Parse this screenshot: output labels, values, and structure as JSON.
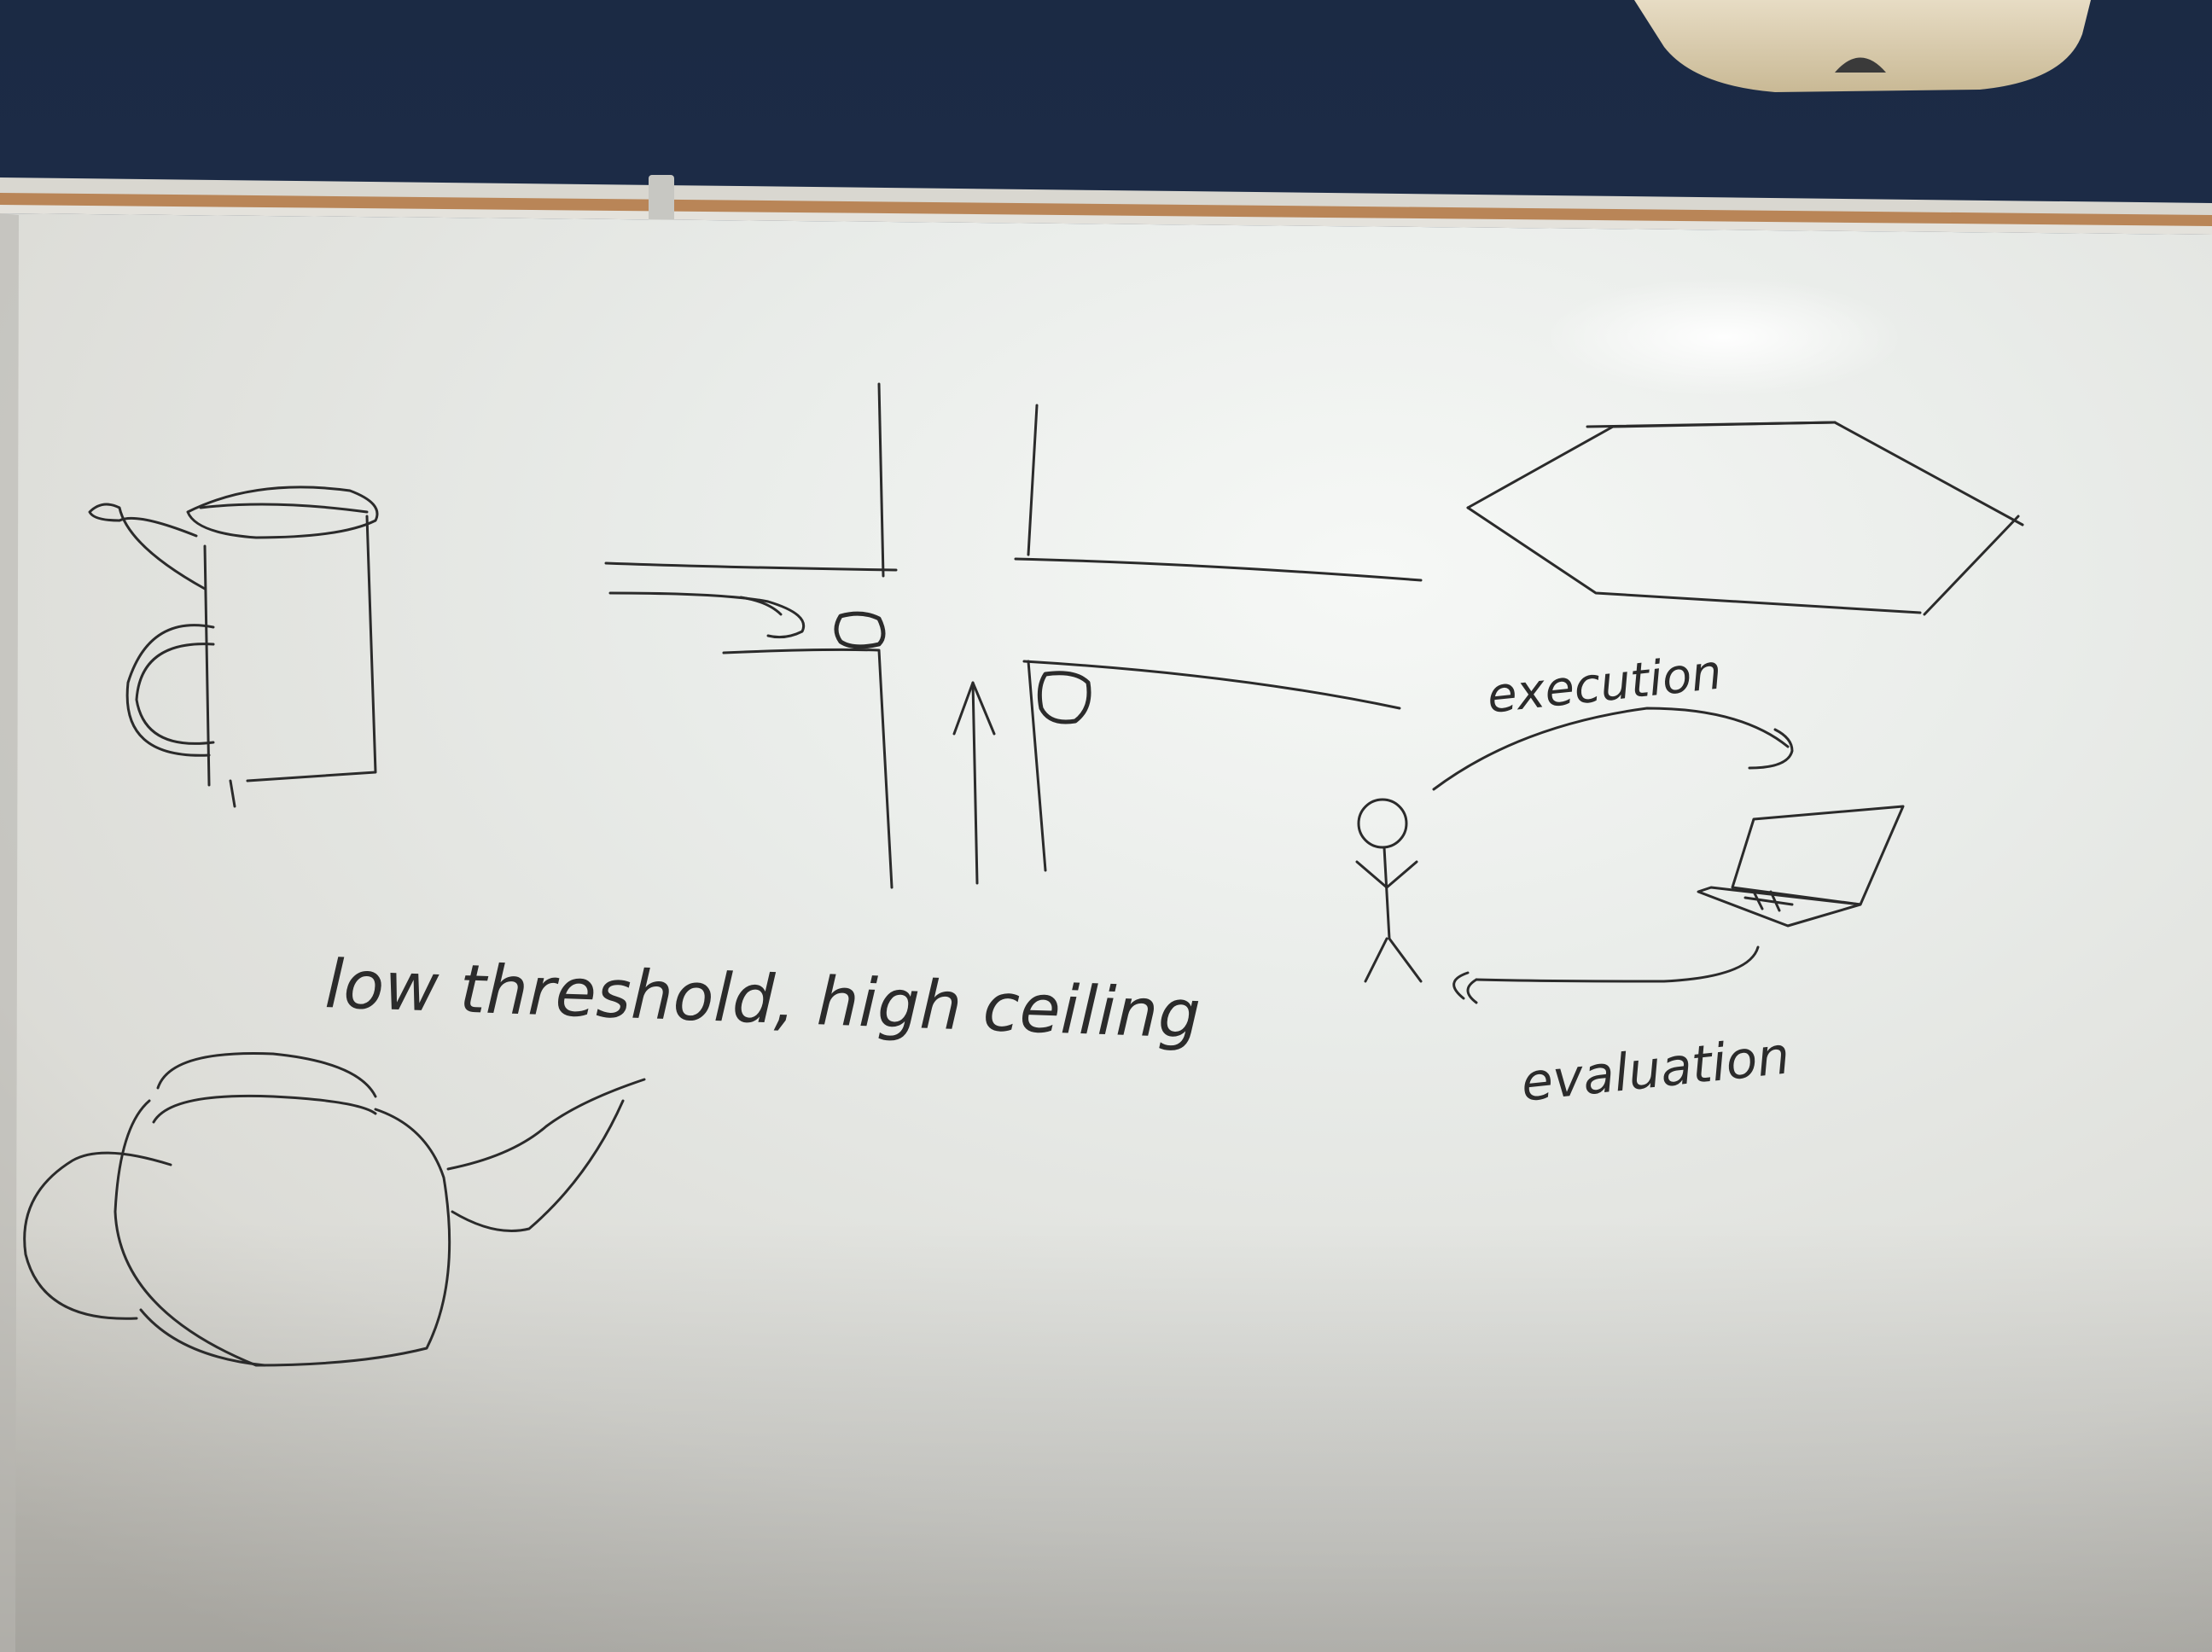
{
  "whiteboard": {
    "caption_main": "low threshold, high ceiling",
    "label_execution": "execution",
    "label_evaluation": "evaluation"
  },
  "colors": {
    "wall": "#1b2b47",
    "board": "#eef0ee",
    "tray_wood": "#b98557",
    "marker": "#2b2b2b"
  },
  "icons": {
    "mug": "mug-sketch",
    "teapot": "teapot-sketch",
    "intersection": "road-intersection-sketch",
    "hexagon": "hexagon-sketch",
    "person": "stick-figure-icon",
    "laptop": "laptop-icon"
  }
}
